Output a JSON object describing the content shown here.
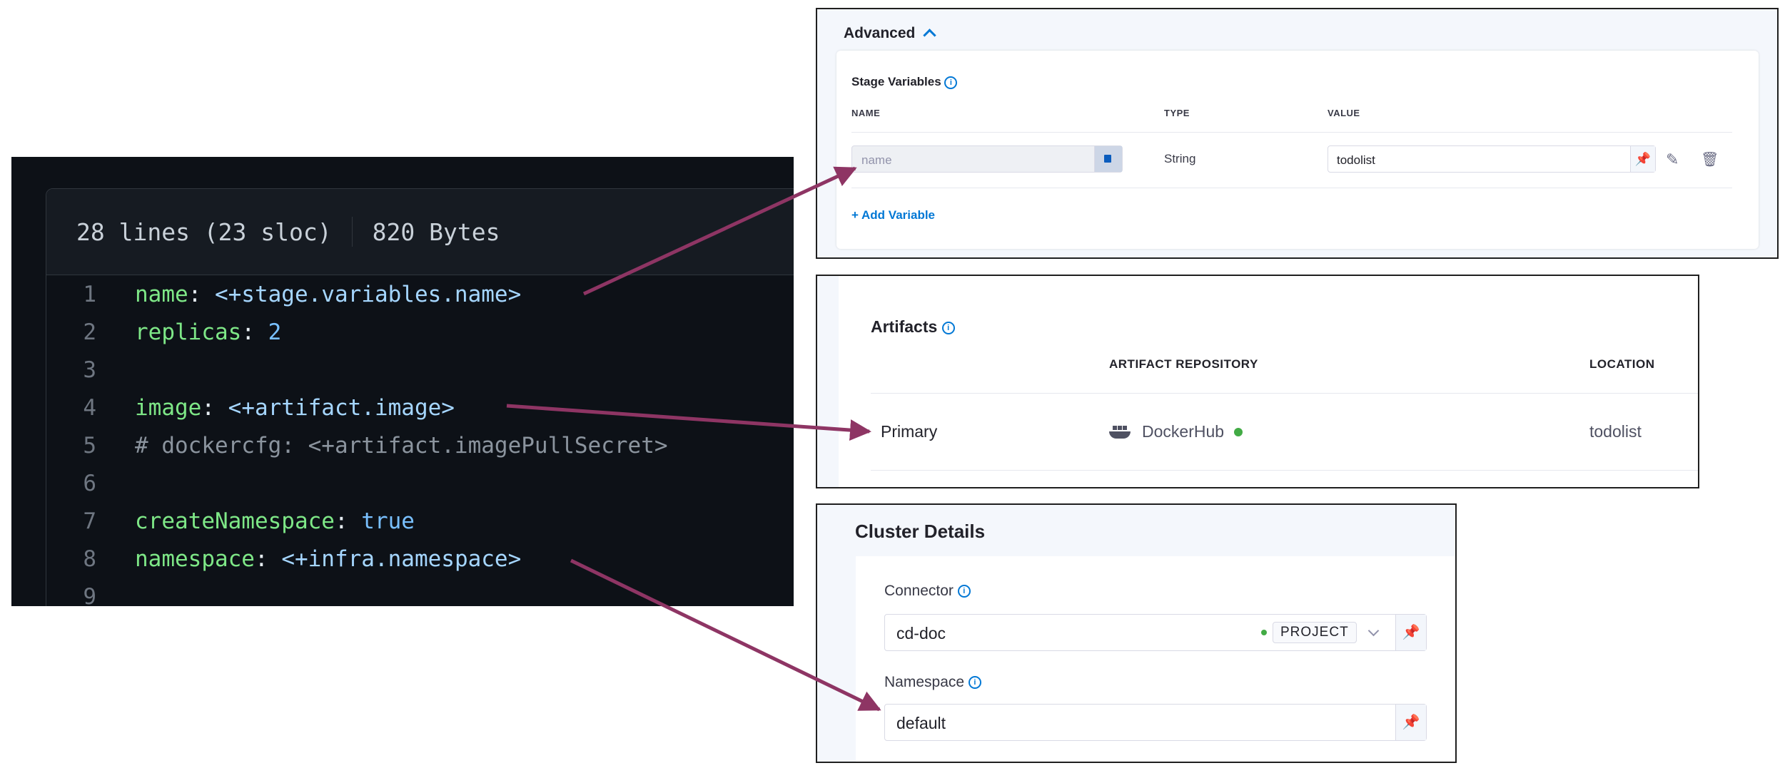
{
  "code": {
    "header": {
      "lines_info": "28 lines (23 sloc)",
      "size": "820 Bytes"
    },
    "lines": [
      {
        "num": "1",
        "key": "name",
        "value": "<+stage.variables.name>"
      },
      {
        "num": "2",
        "key": "replicas",
        "value": "2"
      },
      {
        "num": "3",
        "key": "",
        "value": ""
      },
      {
        "num": "4",
        "key": "image",
        "value": "<+artifact.image>"
      },
      {
        "num": "5",
        "comment": "# dockercfg: <+artifact.imagePullSecret>"
      },
      {
        "num": "6",
        "key": "",
        "value": ""
      },
      {
        "num": "7",
        "key": "createNamespace",
        "value": "true"
      },
      {
        "num": "8",
        "key": "namespace",
        "value": "<+infra.namespace>"
      },
      {
        "num": "9",
        "key": "",
        "value": ""
      }
    ]
  },
  "advanced": {
    "title": "Advanced",
    "stage_variables": {
      "title": "Stage Variables",
      "columns": {
        "name": "NAME",
        "type": "TYPE",
        "value": "VALUE"
      },
      "row": {
        "name_placeholder": "name",
        "type": "String",
        "value": "todolist"
      },
      "add_label": "+ Add Variable"
    }
  },
  "artifacts": {
    "title": "Artifacts",
    "columns": {
      "repo": "ARTIFACT REPOSITORY",
      "location": "LOCATION"
    },
    "row": {
      "type": "Primary",
      "repo": "DockerHub",
      "location": "todolist"
    }
  },
  "cluster": {
    "title": "Cluster Details",
    "connector": {
      "label": "Connector",
      "value": "cd-doc",
      "scope": "PROJECT"
    },
    "namespace": {
      "label": "Namespace",
      "value": "default"
    }
  },
  "colors": {
    "arrow": "#8e3564",
    "accent": "#0278d5",
    "connected": "#42ab45",
    "code_bg": "#0d1117"
  }
}
